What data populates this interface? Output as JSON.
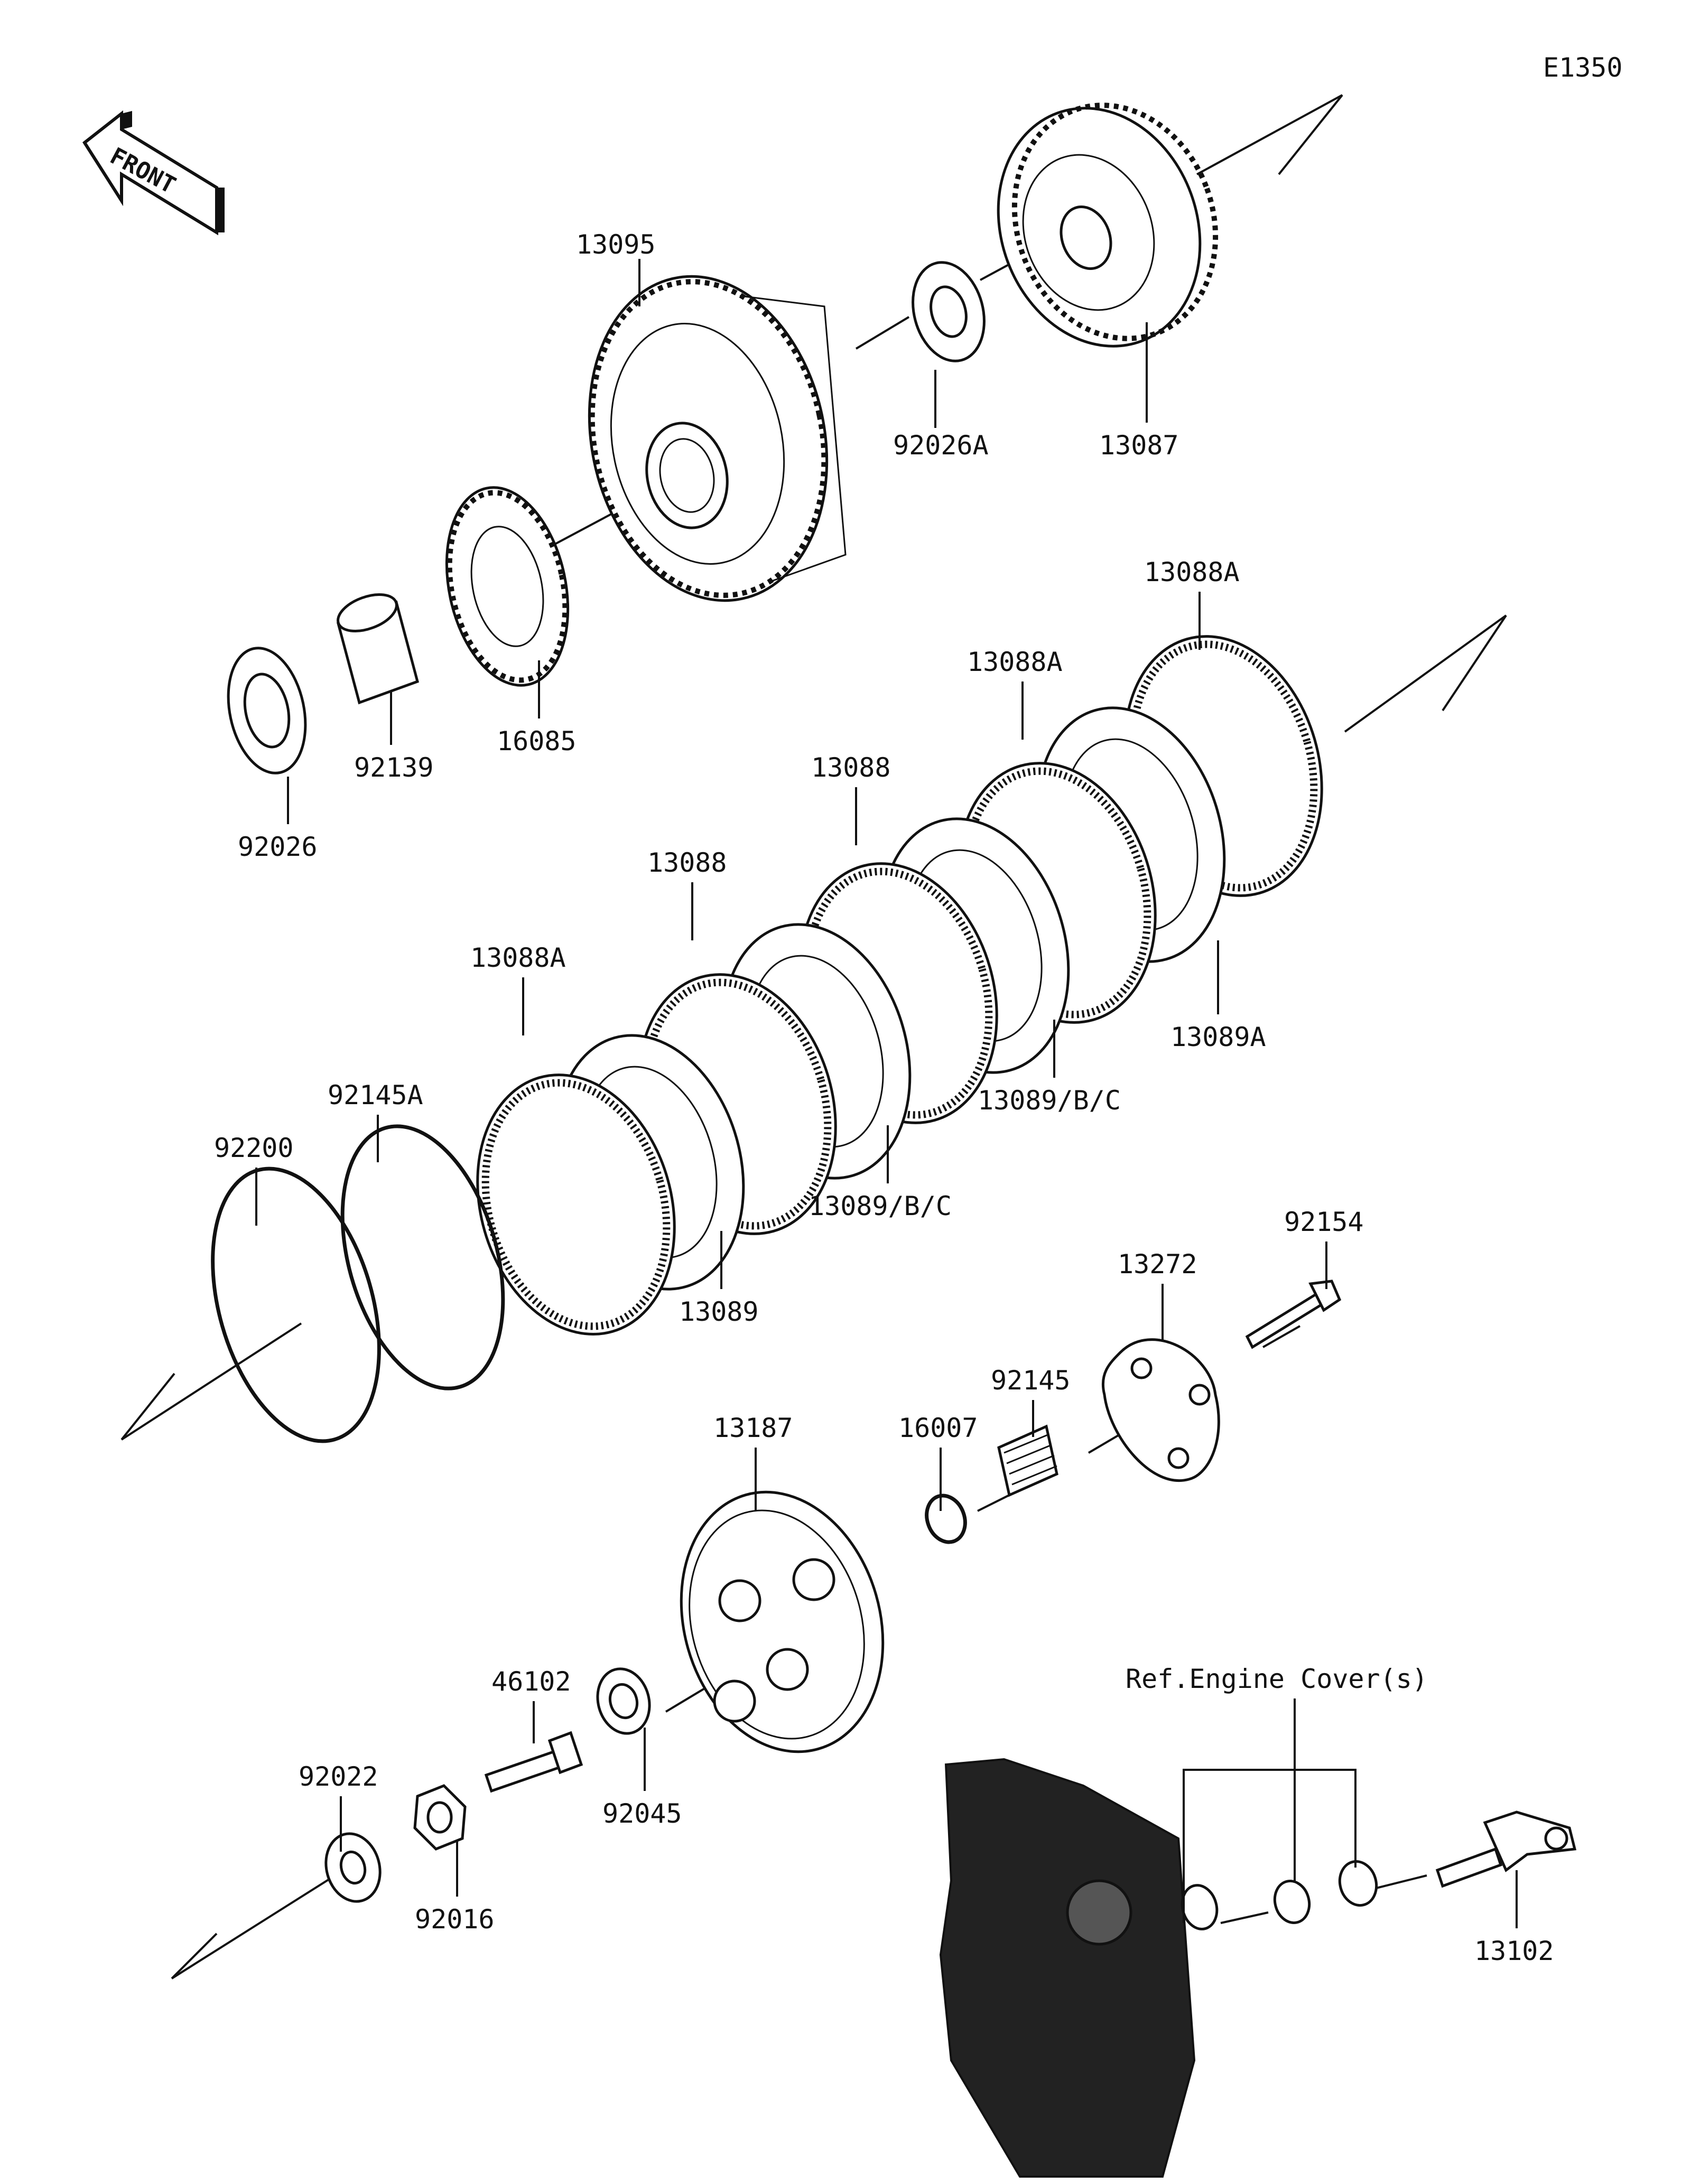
{
  "diagram_id": "E1350",
  "front_label": "FRONT",
  "ref_label": "Ref.Engine Cover(s)",
  "parts": {
    "p13095": "13095",
    "p92026A": "92026A",
    "p13087": "13087",
    "p16085": "16085",
    "p92139": "92139",
    "p92026": "92026",
    "p13088A_top": "13088A",
    "p13088A_mid": "13088A",
    "p13088_upper": "13088",
    "p13088_lower": "13088",
    "p13088A_left": "13088A",
    "p13089A": "13089A",
    "p13089BC_upper": "13089/B/C",
    "p13089BC_lower": "13089/B/C",
    "p13089": "13089",
    "p92145A": "92145A",
    "p92200": "92200",
    "p92154": "92154",
    "p13272": "13272",
    "p92145": "92145",
    "p16007": "16007",
    "p13187": "13187",
    "p46102": "46102",
    "p92045": "92045",
    "p92022": "92022",
    "p92016": "92016",
    "p13102": "13102"
  }
}
